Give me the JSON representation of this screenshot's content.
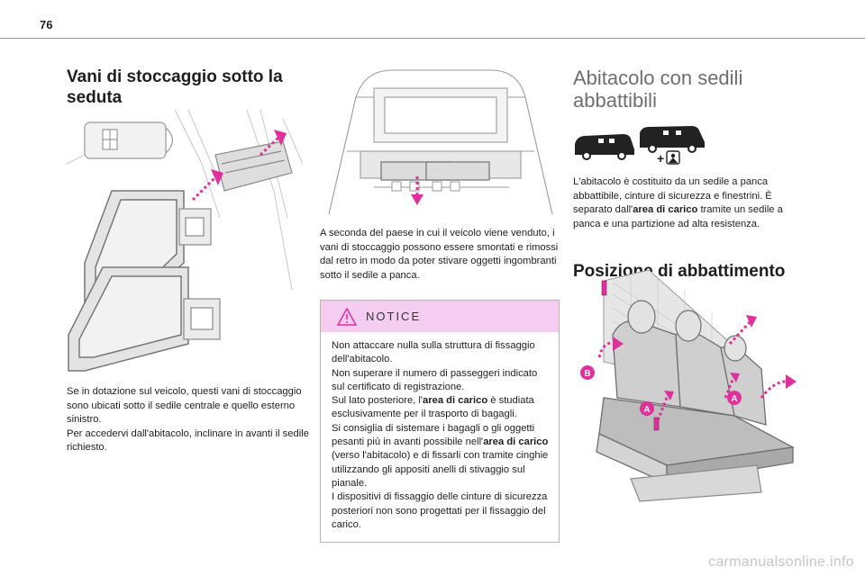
{
  "page": {
    "number": "76",
    "watermark": "carmanualsonline.info"
  },
  "col1": {
    "title": "Vani di stoccaggio sotto la seduta",
    "paragraph1": "Se in dotazione sul veicolo, questi vani di stoccaggio sono ubicati sotto il sedile centrale e quello esterno sinistro.",
    "paragraph2": "Per accedervi dall'abitacolo, inclinare in avanti il sedile richiesto."
  },
  "col2": {
    "paragraph": "A seconda del paese in cui il veicolo viene venduto, i vani di stoccaggio possono essere smontati e rimossi dal retro in modo da poter stivare oggetti ingombranti sotto il sedile a panca."
  },
  "notice": {
    "title": "NOTICE",
    "line1": "Non attaccare nulla sulla struttura di fissaggio dell'abitacolo.",
    "line2": "Non superare il numero di passeggeri indicato sul certificato di registrazione.",
    "line3_pre": "Sul lato posteriore, l'",
    "line3_bold": "area di carico",
    "line3_post": " è studiata esclusivamente per il trasporto di bagagli.",
    "line4_pre": "Si consiglia di sistemare i bagagli o gli oggetti pesanti più in avanti possibile nell'",
    "line4_bold": "area di carico",
    "line4_post": " (verso l'abitacolo) e di fissarli con tramite cinghie utilizzando gli appositi anelli di stivaggio sul pianale.",
    "line5": "I dispositivi di fissaggio delle cinture di sicurezza posteriori non sono progettati per il fissaggio del carico."
  },
  "col3": {
    "title": "Abitacolo con sedili abbattibili",
    "para_pre": "L'abitacolo è costituito da un sedile a panca abbattibile, cinture di sicurezza e finestrini. È separato dall'",
    "para_bold": "area di carico",
    "para_post": " tramite un sedile a panca e una partizione ad alta resistenza.",
    "subtitle": "Posizione di abbattimento",
    "label_a1": "A",
    "label_a2": "A",
    "label_b": "B",
    "plus_sign": "+"
  },
  "colors": {
    "accent": "#e0309c",
    "notice_bg": "#f4cdf0",
    "notice_icon": "#e0309c"
  }
}
